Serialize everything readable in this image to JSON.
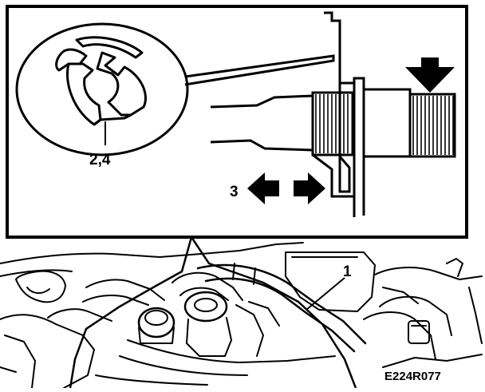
{
  "labels": {
    "part_clip": "2,4",
    "part_hose": "1",
    "direction": "3",
    "figure_code": "E224R077"
  },
  "icons": {
    "push_arrow": "arrow-down-icon",
    "move_arrows": "double-arrow-horizontal-icon"
  },
  "colors": {
    "ink": "#000000",
    "paper": "#ffffff"
  }
}
